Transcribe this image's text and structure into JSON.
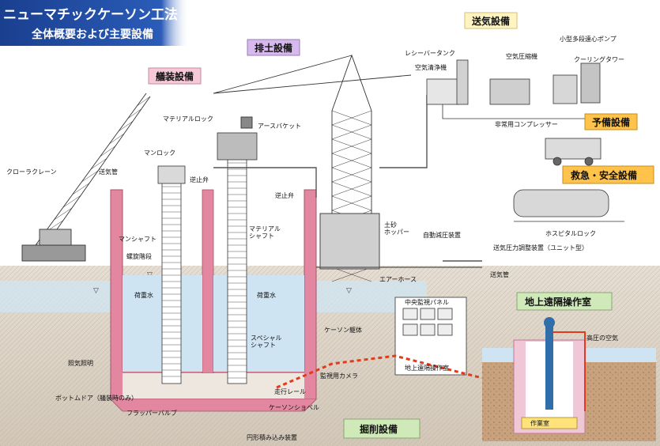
{
  "title": {
    "line1": "ニューマチックケーソン工法",
    "line2": "全体概要および主要設備"
  },
  "categories": {
    "exhaust": "排土設備",
    "rigging": "艤装設備",
    "air_supply": "送気設備",
    "standby": "予備設備",
    "emergency": "救急・安全設備",
    "excavation": "掘削設備",
    "remote_room": "地上遠隔操作室"
  },
  "labels": {
    "receiver_tank": "レシーバータンク",
    "air_cleaner": "空気清浄機",
    "compressor": "空気圧縮機",
    "pump": "小型多段遠心ポンプ",
    "cooling_tower": "クーリングタワー",
    "emergency_compressor": "非常用コンプレッサー",
    "hospital_lock": "ホスピタルロック",
    "material_lock": "マテリアルロック",
    "earth_bucket": "アースバケット",
    "man_lock": "マンロック",
    "crawler_crane": "クローラクレーン",
    "air_pipe_left": "送気管",
    "check_valve_left": "逆止弁",
    "check_valve_right": "逆止弁",
    "material_shaft": "マテリアル\nシャフト",
    "man_shaft": "マンシャフト",
    "spiral_stairs": "螺旋階段",
    "soil_hopper": "土砂\nホッパー",
    "auto_pressure_reducer": "自動減圧装置",
    "pressure_regulator": "送気圧力調整装置（ユニット型）",
    "air_hose": "エアーホース",
    "air_pipe_right": "送気管",
    "ballast_left": "荷重水",
    "ballast_right": "荷重水",
    "central_panel": "中央監視パネル",
    "remote_room_small": "地上遠隔操作室",
    "caisson_body": "ケーソン躯体",
    "special_shaft": "スペシャル\nシャフト",
    "lighting": "照気照明",
    "monitor_camera": "監視用カメラ",
    "bottom_door": "ボットムドア（艤装時のみ）",
    "running_rail": "走行レール",
    "flapper_valve": "フラッパーバルブ",
    "caisson_shovel": "ケーソンショベル",
    "cylinder_device": "円形積み込み装置",
    "high_pressure_air": "高圧の空気",
    "work_chamber": "作業室"
  },
  "colors": {
    "title_bg": "#1a3f8f",
    "category_pink_bg": "#f6c9d8",
    "category_purple_bg": "#d7b9ee",
    "category_yellow_bg": "#ffe27a",
    "category_orange_bg": "#ffc24a",
    "category_green_bg": "#cfe9b8",
    "caisson_wall": "#e2879f",
    "ballast_water": "#cfe4f3",
    "ground": "#d8cfc4",
    "remote_arrow": "#e23a1a"
  }
}
